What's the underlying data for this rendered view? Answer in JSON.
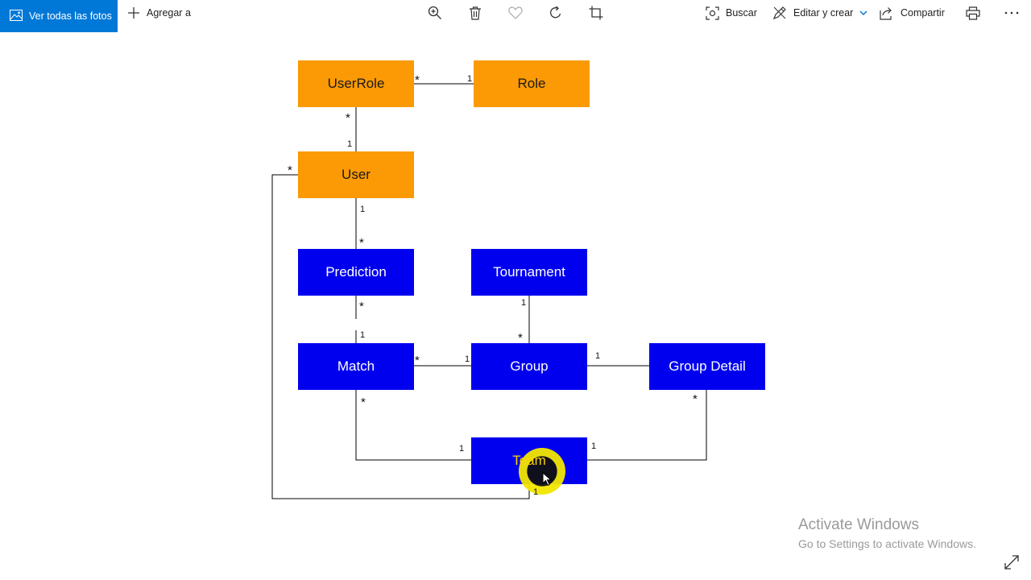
{
  "toolbar": {
    "all_photos_label": "Ver todas las fotos",
    "add_to_label": "Agregar a",
    "search_label": "Buscar",
    "edit_create_label": "Editar y crear",
    "share_label": "Compartir",
    "icons": [
      "image-icon",
      "plus-icon",
      "zoom-in-icon",
      "delete-icon",
      "heart-icon",
      "rotate-icon",
      "crop-icon",
      "search-icon",
      "edit-icon",
      "chevron-down-icon",
      "share-icon",
      "print-icon",
      "more-icon"
    ],
    "accent_color": "#0078d7"
  },
  "diagram": {
    "colors": {
      "orange": "#fb9a04",
      "blue": "#0000ee"
    },
    "entities": {
      "user_role": "UserRole",
      "role": "Role",
      "user": "User",
      "prediction": "Prediction",
      "tournament": "Tournament",
      "match": "Match",
      "group": "Group",
      "group_detail": "Group Detail",
      "team": "Team"
    },
    "multiplicities": {
      "userrole_role_many": "*",
      "userrole_role_one": "1",
      "userrole_user_many": "*",
      "userrole_user_one": "1",
      "user_team_many": "*",
      "user_prediction_one": "1",
      "user_prediction_many": "*",
      "prediction_match_many": "*",
      "prediction_match_one": "1",
      "tournament_group_one": "1",
      "tournament_group_many": "*",
      "match_group_many": "*",
      "match_group_one": "1",
      "group_groupdetail_one": "1",
      "groupdetail_team_many": "*",
      "groupdetail_team_one": "1",
      "match_team_many": "*",
      "match_team_one": "1",
      "user_team_one": "1"
    }
  },
  "watermark": {
    "title": "Activate Windows",
    "subtitle": "Go to Settings to activate Windows."
  },
  "expand_icon": "expand-icon"
}
